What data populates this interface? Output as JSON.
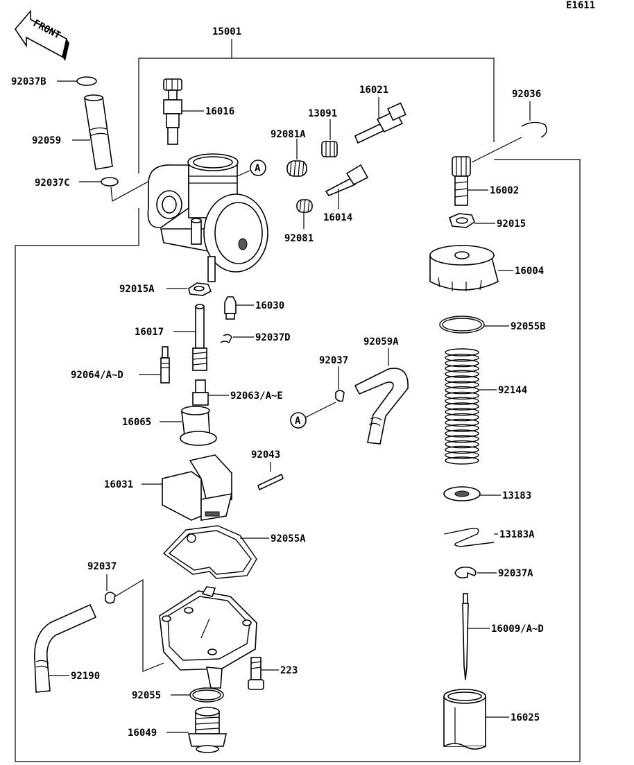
{
  "diagram_code": "E1611",
  "front_label": "FRONT",
  "ref_marker": "A",
  "labels": {
    "p15001": "15001",
    "p92037B": "92037B",
    "p92059": "92059",
    "p92037C": "92037C",
    "p16016": "16016",
    "p92081A": "92081A",
    "p13091": "13091",
    "p16021": "16021",
    "p92036": "92036",
    "p16002": "16002",
    "p16014": "16014",
    "p92081": "92081",
    "p92015": "92015",
    "p16004": "16004",
    "p92015A": "92015A",
    "p16030": "16030",
    "p16017": "16017",
    "p92037D": "92037D",
    "p92055B": "92055B",
    "p92059A": "92059A",
    "p92037_top": "92037",
    "p92064": "92064/A~D",
    "p92063": "92063/A~E",
    "p92144": "92144",
    "p16065": "16065",
    "p92043": "92043",
    "p16031": "16031",
    "p13183": "13183",
    "p13183A": "13183A",
    "p92055A": "92055A",
    "p92037_bot": "92037",
    "p92037A": "92037A",
    "p16009": "16009/A~D",
    "p92190": "92190",
    "p223": "223",
    "p92055": "92055",
    "p16049": "16049",
    "p16025": "16025"
  }
}
